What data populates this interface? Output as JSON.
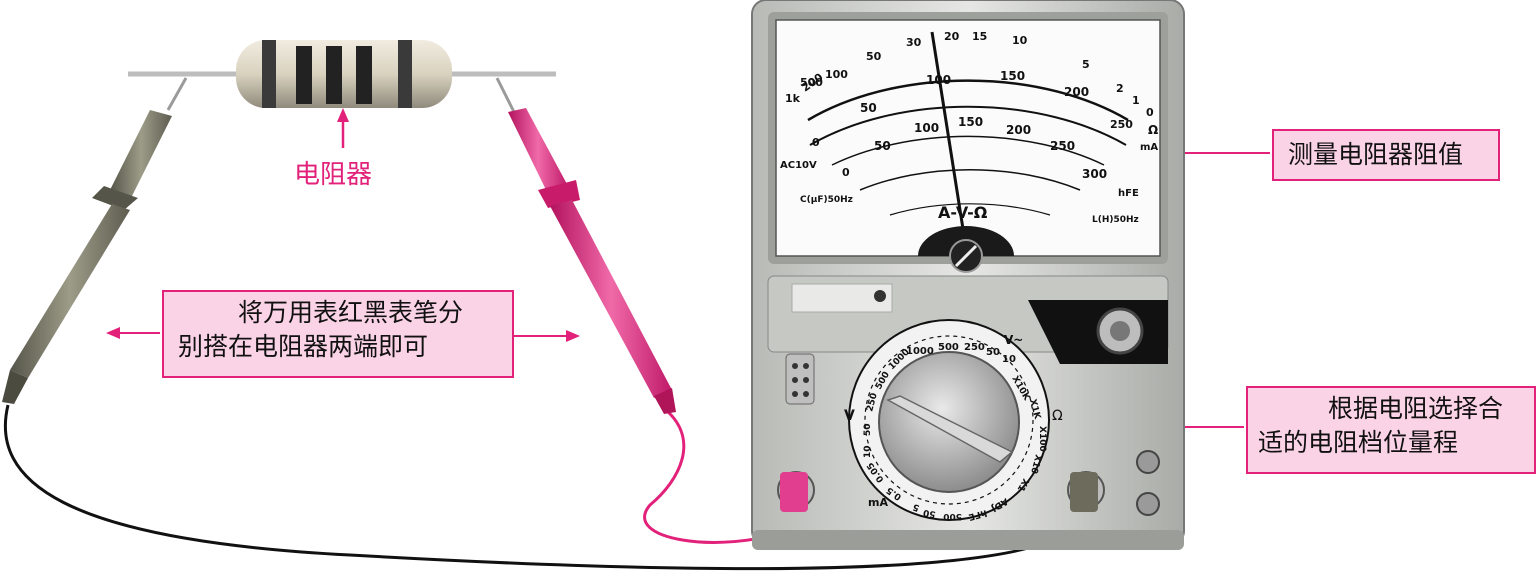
{
  "labels": {
    "resistor": "电阻器",
    "measure": "测量电阻器阻值",
    "connect_line1": "将万用表红黑表笔分",
    "connect_line2": "别搭在电阻器两端即可",
    "select_line1": "根据电阻选择合",
    "select_line2": "适的电阻档位量程"
  },
  "meter": {
    "brand_symbol": "A-V-Ω",
    "ohm_label": "Ω",
    "ac_label": "AC10V",
    "cap_label": "C(μF)50Hz",
    "ind_label": "L(H)50Hz",
    "hfe_label": "hFE",
    "ma_label": "mA",
    "omega_dial_label": "Ω",
    "v_dial_label": "V",
    "vac_dial_label": "V~",
    "ohm_scale": [
      "1k",
      "500",
      "200",
      "100",
      "50",
      "30",
      "20",
      "15",
      "10",
      "5",
      "2",
      "1",
      "0"
    ],
    "dc_scale": [
      "0",
      "50",
      "100",
      "150",
      "200",
      "250"
    ],
    "ac_scale": [
      "0",
      "50",
      "100",
      "150",
      "200",
      "250",
      "300"
    ],
    "dial_vac": [
      "1000",
      "500",
      "250",
      "50",
      "10"
    ],
    "dial_ohm": [
      "X10K",
      "X1K",
      "X100",
      "X10",
      "X1"
    ],
    "dial_ma": [
      "ADJ",
      "hFE",
      "500",
      "50",
      "5",
      "0.5",
      "0.05"
    ],
    "dial_vdc": [
      "10",
      "50",
      "250",
      "500",
      "1000"
    ]
  },
  "colors": {
    "accent": "#e2217a",
    "callout_bg": "#fbd3e6",
    "meter_body": "#d7d9d6",
    "black_probe": "#7f7e6c",
    "red_probe": "#e23e8f"
  }
}
